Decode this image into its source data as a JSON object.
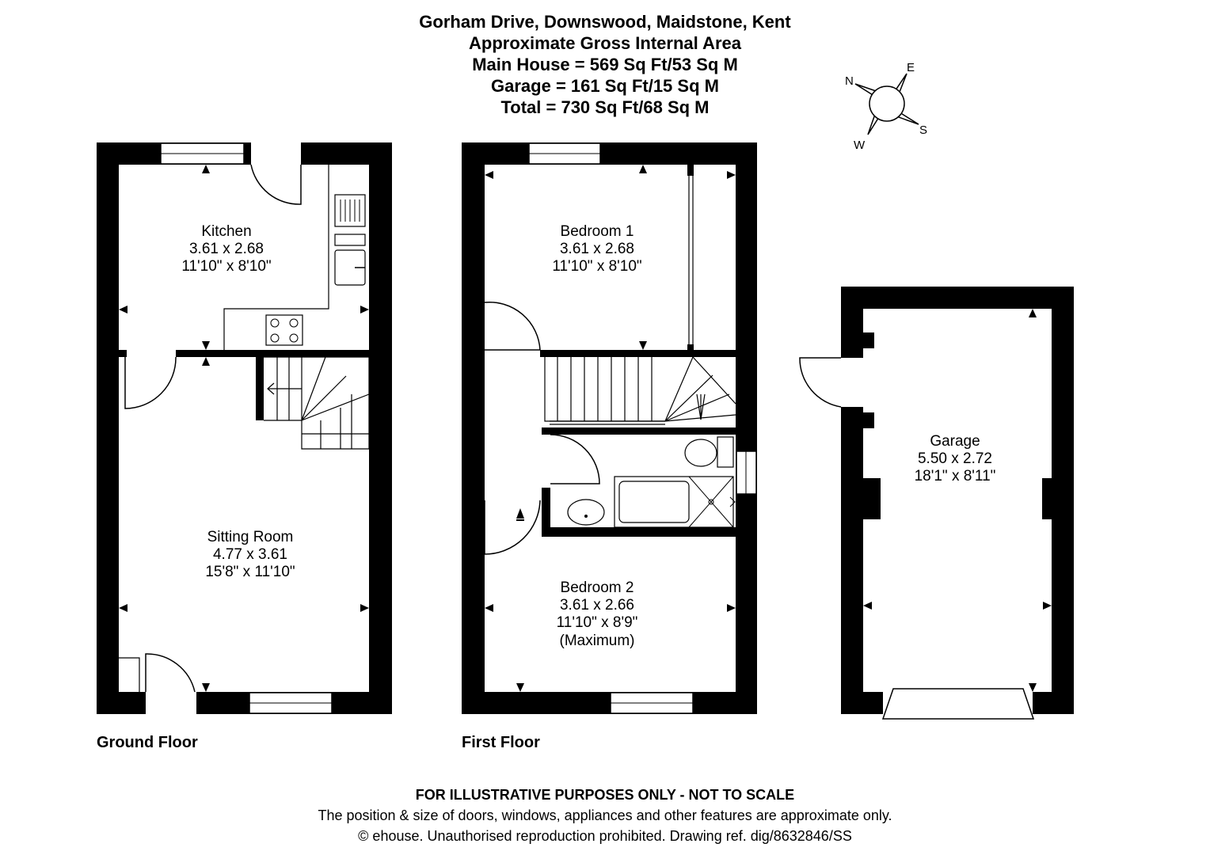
{
  "header": {
    "address": "Gorham Drive, Downswood, Maidstone, Kent",
    "subtitle": "Approximate Gross Internal Area",
    "main_house": "Main House = 569 Sq Ft/53 Sq M",
    "garage": "Garage = 161 Sq Ft/15 Sq M",
    "total": "Total = 730 Sq Ft/68 Sq M"
  },
  "compass": {
    "n": "N",
    "e": "E",
    "s": "S",
    "w": "W"
  },
  "floors": {
    "ground": "Ground Floor",
    "first": "First Floor"
  },
  "rooms": {
    "kitchen": {
      "name": "Kitchen",
      "metric": "3.61 x 2.68",
      "imperial": "11'10\" x 8'10\""
    },
    "sitting": {
      "name": "Sitting Room",
      "metric": "4.77 x 3.61",
      "imperial": "15'8\" x 11'10\""
    },
    "bedroom1": {
      "name": "Bedroom 1",
      "metric": "3.61 x 2.68",
      "imperial": "11'10\" x 8'10\""
    },
    "bedroom2": {
      "name": "Bedroom 2",
      "metric": "3.61 x 2.66",
      "imperial": "11'10\" x 8'9\"",
      "note": "(Maximum)"
    },
    "garage": {
      "name": "Garage",
      "metric": "5.50 x 2.72",
      "imperial": "18'1\" x 8'11\""
    }
  },
  "footer": {
    "disclaimer": "FOR ILLUSTRATIVE PURPOSES ONLY - NOT TO SCALE",
    "note": "The position & size of doors, windows, appliances and other features are approximate only.",
    "copyright": "© ehouse. Unauthorised reproduction prohibited. Drawing ref. dig/8632846/SS"
  }
}
